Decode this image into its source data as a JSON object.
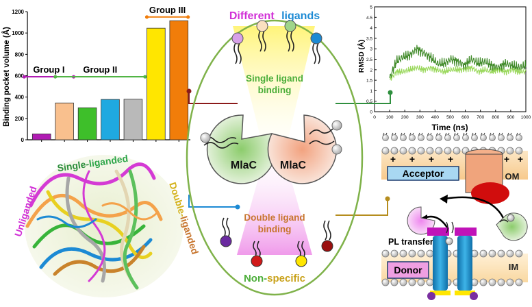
{
  "chart_data": [
    {
      "type": "bar",
      "ylabel": "Binding pocket volume (Å)",
      "ylim": [
        0,
        1200
      ],
      "yticks": [
        0,
        200,
        400,
        600,
        800,
        1000,
        1200
      ],
      "values": [
        55,
        345,
        300,
        378,
        380,
        1045,
        1115
      ],
      "colors": [
        "#b01bb3",
        "#f9c08e",
        "#3ebf2a",
        "#1fa9e0",
        "#b9b9b9",
        "#ffe600",
        "#f17d0a"
      ],
      "groups": [
        {
          "label": "Group I",
          "color": "#b01bb3",
          "from": 0,
          "to": 1,
          "y": 590
        },
        {
          "label": "Group II",
          "color": "#52b545",
          "from": 1,
          "to": 4,
          "y": 590
        },
        {
          "label": "Group III",
          "color": "#f17d0a",
          "from": 5,
          "to": 6,
          "y": 1150
        }
      ]
    },
    {
      "type": "line",
      "xlabel": "Time (ns)",
      "ylabel": "RMSD (Å)",
      "xlim": [
        0,
        1000
      ],
      "ylim": [
        0,
        5
      ],
      "xticks": [
        0,
        100,
        200,
        300,
        400,
        500,
        600,
        700,
        800,
        900,
        1000
      ],
      "yticks": [
        0,
        0.5,
        1,
        1.5,
        2,
        2.5,
        3,
        3.5,
        4,
        4.5,
        5
      ],
      "series": [
        {
          "color": "#2b7d12",
          "values": [
            1.6,
            2.4,
            2.6,
            2.7,
            3.0,
            2.8,
            2.6,
            2.3,
            2.3,
            2.5,
            2.4,
            2.2,
            2.5,
            2.3,
            2.4,
            2.2,
            2.1,
            2.3,
            2.2,
            2.1,
            2.2
          ]
        },
        {
          "color": "#8fd44a",
          "values": [
            1.5,
            1.9,
            1.9,
            2.0,
            2.1,
            2.0,
            2.1,
            2.0,
            1.9,
            2.0,
            2.0,
            2.0,
            2.1,
            1.9,
            2.0,
            1.9,
            2.0,
            1.9,
            2.0,
            1.9,
            1.9
          ]
        }
      ]
    }
  ],
  "center": {
    "title_word1": "Different",
    "title_word2": "ligands",
    "single": "Single ligand\nbinding",
    "double": "Double ligand\nbinding",
    "nonspec_1": "Non",
    "nonspec_dash": "-",
    "nonspec_2": "specific",
    "mlac_left": "MlaC",
    "mlac_right": "MlaC"
  },
  "structure_labels": {
    "unliganded": "Unliganded",
    "single_1": "Single-",
    "single_2": "liganded",
    "double_1": "Double-",
    "double_2": "liganded"
  },
  "membrane": {
    "acceptor": "Acceptor",
    "donor": "Donor",
    "om": "OM",
    "im": "IM",
    "pl_transfer": "PL transfer"
  },
  "colors": {
    "ellipse": "#7fb24a",
    "magenta": "#d12fd6",
    "green_text": "#4cae3a",
    "orange_text": "#c7752e",
    "blue_text": "#1c8ad4",
    "gold_text": "#c9a21b",
    "yellow_cone": "#fff36b",
    "pink_cone": "#ee8fe8"
  }
}
